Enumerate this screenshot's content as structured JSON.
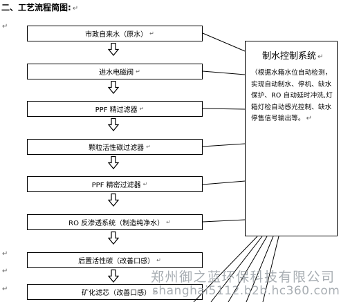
{
  "heading": "二、工艺流程简图:",
  "paragraph_mark": "↵",
  "box_mark": "↵",
  "steps": [
    "市政自来水（原水）",
    "进水电磁阀",
    "PPF 精过滤器",
    "颗粒活性碳过滤器",
    "PPF 精密过滤器",
    "RO 反渗透系统（制造纯净水）",
    "后置活性碳（改善口感）",
    "矿化滤芯（改善口感）"
  ],
  "control": {
    "title": "制水控制系统",
    "description": "（根据水箱水位自动检测，实现自动制水、停机、缺水保护、RO 自动延时冲洗,灯箱灯检自动感光控制、缺水停售信号输出等。"
  },
  "watermark": {
    "line1": "郑州御之蓝环保科技有限公司",
    "line2": "shanghai5112.b2b.hc360.com"
  },
  "colors": {
    "border": "#000000",
    "mark": "#666666",
    "watermark": "#9aa0a6"
  }
}
